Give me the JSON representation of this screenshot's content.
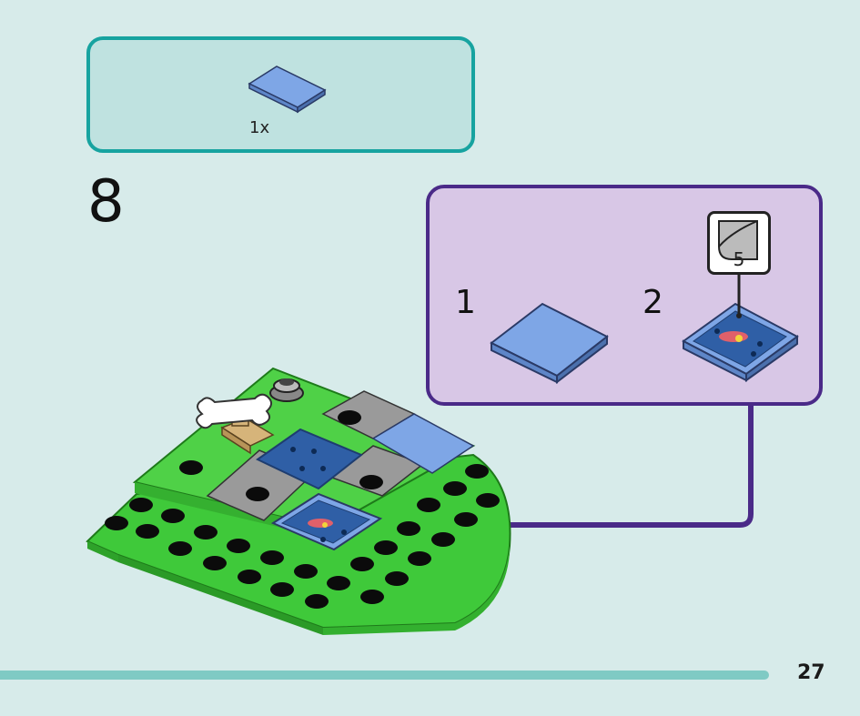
{
  "parts_list": {
    "quantity": "1x",
    "part_icon": "flat-tile-2x2-blue"
  },
  "step": {
    "number": "8"
  },
  "sub_assembly": {
    "step1_label": "1",
    "step2_label": "2",
    "sticker_number": "5",
    "sticker_icon": "sticker-sheet-icon"
  },
  "page": {
    "number": "27"
  },
  "colors": {
    "parts_border": "#17a3a0",
    "sub_border": "#4a2a88",
    "tile_blue": "#7ea6e6",
    "plate_green": "#3fc93a",
    "tile_gray": "#9a9a9a"
  }
}
